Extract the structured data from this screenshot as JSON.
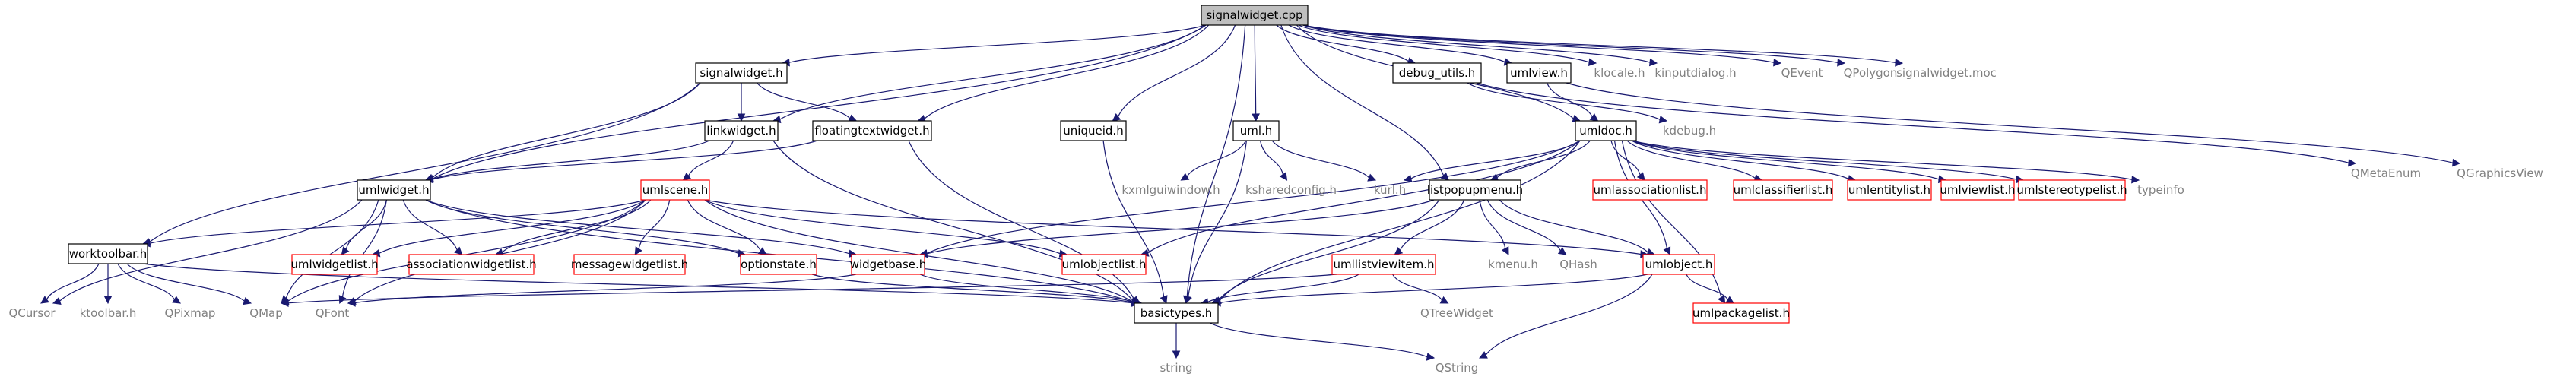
{
  "colors": {
    "edge": "#191970",
    "text_documented": "#000000",
    "text_external": "#808080",
    "border_documented": "#000000",
    "border_undocumented": "#ff0000",
    "root_fill": "#bfbfbf"
  },
  "nodes": [
    {
      "id": "signalwidget_cpp",
      "label": "signalwidget.cpp",
      "kind": "root"
    },
    {
      "id": "signalwidget_h",
      "label": "signalwidget.h",
      "kind": "documented"
    },
    {
      "id": "debug_utils_h",
      "label": "debug_utils.h",
      "kind": "documented"
    },
    {
      "id": "umlview_h",
      "label": "umlview.h",
      "kind": "documented"
    },
    {
      "id": "klocale_h",
      "label": "klocale.h",
      "kind": "external"
    },
    {
      "id": "kinputdialog_h",
      "label": "kinputdialog.h",
      "kind": "external"
    },
    {
      "id": "QEvent",
      "label": "QEvent",
      "kind": "external"
    },
    {
      "id": "QPolygon",
      "label": "QPolygon",
      "kind": "external"
    },
    {
      "id": "signalwidget_moc",
      "label": "signalwidget.moc",
      "kind": "external"
    },
    {
      "id": "linkwidget_h",
      "label": "linkwidget.h",
      "kind": "documented"
    },
    {
      "id": "floatingtextwidget_h",
      "label": "floatingtextwidget.h",
      "kind": "documented"
    },
    {
      "id": "uniqueid_h",
      "label": "uniqueid.h",
      "kind": "documented"
    },
    {
      "id": "uml_h",
      "label": "uml.h",
      "kind": "documented"
    },
    {
      "id": "umldoc_h",
      "label": "umldoc.h",
      "kind": "documented"
    },
    {
      "id": "kdebug_h",
      "label": "kdebug.h",
      "kind": "external"
    },
    {
      "id": "QMetaEnum",
      "label": "QMetaEnum",
      "kind": "external"
    },
    {
      "id": "QGraphicsView",
      "label": "QGraphicsView",
      "kind": "external"
    },
    {
      "id": "umlwidget_h",
      "label": "umlwidget.h",
      "kind": "documented"
    },
    {
      "id": "umlscene_h",
      "label": "umlscene.h",
      "kind": "undocumented"
    },
    {
      "id": "kxmlguiwindow_h",
      "label": "kxmlguiwindow.h",
      "kind": "external"
    },
    {
      "id": "ksharedconfig_h",
      "label": "ksharedconfig.h",
      "kind": "external"
    },
    {
      "id": "kurl_h",
      "label": "kurl.h",
      "kind": "external"
    },
    {
      "id": "listpopupmenu_h",
      "label": "listpopupmenu.h",
      "kind": "documented"
    },
    {
      "id": "umlassociationlist_h",
      "label": "umlassociationlist.h",
      "kind": "undocumented"
    },
    {
      "id": "umlclassifierlist_h",
      "label": "umlclassifierlist.h",
      "kind": "undocumented"
    },
    {
      "id": "umlentitylist_h",
      "label": "umlentitylist.h",
      "kind": "undocumented"
    },
    {
      "id": "umlviewlist_h",
      "label": "umlviewlist.h",
      "kind": "undocumented"
    },
    {
      "id": "umlstereotypelist_h",
      "label": "umlstereotypelist.h",
      "kind": "undocumented"
    },
    {
      "id": "typeinfo",
      "label": "typeinfo",
      "kind": "external"
    },
    {
      "id": "worktoolbar_h",
      "label": "worktoolbar.h",
      "kind": "documented"
    },
    {
      "id": "umlwidgetlist_h",
      "label": "umlwidgetlist.h",
      "kind": "undocumented"
    },
    {
      "id": "associationwidgetlist_h",
      "label": "associationwidgetlist.h",
      "kind": "undocumented"
    },
    {
      "id": "messagewidgetlist_h",
      "label": "messagewidgetlist.h",
      "kind": "undocumented"
    },
    {
      "id": "optionstate_h",
      "label": "optionstate.h",
      "kind": "undocumented"
    },
    {
      "id": "widgetbase_h",
      "label": "widgetbase.h",
      "kind": "undocumented"
    },
    {
      "id": "umlobjectlist_h",
      "label": "umlobjectlist.h",
      "kind": "undocumented"
    },
    {
      "id": "umllistviewitem_h",
      "label": "umllistviewitem.h",
      "kind": "undocumented"
    },
    {
      "id": "kmenu_h",
      "label": "kmenu.h",
      "kind": "external"
    },
    {
      "id": "QHash",
      "label": "QHash",
      "kind": "external"
    },
    {
      "id": "umlobject_h",
      "label": "umlobject.h",
      "kind": "undocumented"
    },
    {
      "id": "QCursor",
      "label": "QCursor",
      "kind": "external"
    },
    {
      "id": "ktoolbar_h",
      "label": "ktoolbar.h",
      "kind": "external"
    },
    {
      "id": "QPixmap",
      "label": "QPixmap",
      "kind": "external"
    },
    {
      "id": "QMap",
      "label": "QMap",
      "kind": "external"
    },
    {
      "id": "QFont",
      "label": "QFont",
      "kind": "external"
    },
    {
      "id": "basictypes_h",
      "label": "basictypes.h",
      "kind": "documented"
    },
    {
      "id": "QTreeWidget",
      "label": "QTreeWidget",
      "kind": "external"
    },
    {
      "id": "umlpackagelist_h",
      "label": "umlpackagelist.h",
      "kind": "undocumented"
    },
    {
      "id": "string",
      "label": "string",
      "kind": "external"
    },
    {
      "id": "QString",
      "label": "QString",
      "kind": "external"
    }
  ],
  "edges": [
    [
      "signalwidget_cpp",
      "signalwidget_h"
    ],
    [
      "signalwidget_cpp",
      "debug_utils_h"
    ],
    [
      "signalwidget_cpp",
      "umlview_h"
    ],
    [
      "signalwidget_cpp",
      "klocale_h"
    ],
    [
      "signalwidget_cpp",
      "kinputdialog_h"
    ],
    [
      "signalwidget_cpp",
      "QEvent"
    ],
    [
      "signalwidget_cpp",
      "QPolygon"
    ],
    [
      "signalwidget_cpp",
      "signalwidget_moc"
    ],
    [
      "signalwidget_cpp",
      "linkwidget_h"
    ],
    [
      "signalwidget_cpp",
      "floatingtextwidget_h"
    ],
    [
      "signalwidget_cpp",
      "uniqueid_h"
    ],
    [
      "signalwidget_cpp",
      "uml_h"
    ],
    [
      "signalwidget_cpp",
      "umldoc_h"
    ],
    [
      "signalwidget_cpp",
      "umlwidget_h"
    ],
    [
      "signalwidget_cpp",
      "listpopupmenu_h"
    ],
    [
      "signalwidget_cpp",
      "basictypes_h"
    ],
    [
      "signalwidget_h",
      "linkwidget_h"
    ],
    [
      "signalwidget_h",
      "floatingtextwidget_h"
    ],
    [
      "signalwidget_h",
      "umlwidget_h"
    ],
    [
      "signalwidget_h",
      "worktoolbar_h"
    ],
    [
      "debug_utils_h",
      "kdebug_h"
    ],
    [
      "debug_utils_h",
      "QMetaEnum"
    ],
    [
      "umlview_h",
      "QGraphicsView"
    ],
    [
      "umlview_h",
      "umldoc_h"
    ],
    [
      "linkwidget_h",
      "umlwidget_h"
    ],
    [
      "linkwidget_h",
      "umlscene_h"
    ],
    [
      "linkwidget_h",
      "basictypes_h"
    ],
    [
      "floatingtextwidget_h",
      "umlwidget_h"
    ],
    [
      "floatingtextwidget_h",
      "basictypes_h"
    ],
    [
      "uniqueid_h",
      "basictypes_h"
    ],
    [
      "uml_h",
      "kxmlguiwindow_h"
    ],
    [
      "uml_h",
      "ksharedconfig_h"
    ],
    [
      "uml_h",
      "kurl_h"
    ],
    [
      "uml_h",
      "basictypes_h"
    ],
    [
      "umldoc_h",
      "kurl_h"
    ],
    [
      "umldoc_h",
      "listpopupmenu_h"
    ],
    [
      "umldoc_h",
      "umlassociationlist_h"
    ],
    [
      "umldoc_h",
      "umlclassifierlist_h"
    ],
    [
      "umldoc_h",
      "umlentitylist_h"
    ],
    [
      "umldoc_h",
      "umlviewlist_h"
    ],
    [
      "umldoc_h",
      "umlstereotypelist_h"
    ],
    [
      "umldoc_h",
      "typeinfo"
    ],
    [
      "umldoc_h",
      "umlobjectlist_h"
    ],
    [
      "umldoc_h",
      "umlobject_h"
    ],
    [
      "umldoc_h",
      "widgetbase_h"
    ],
    [
      "umldoc_h",
      "umlpackagelist_h"
    ],
    [
      "umldoc_h",
      "basictypes_h"
    ],
    [
      "umlwidget_h",
      "QCursor"
    ],
    [
      "umlwidget_h",
      "QFont"
    ],
    [
      "umlwidget_h",
      "QMap"
    ],
    [
      "umlwidget_h",
      "umlwidgetlist_h"
    ],
    [
      "umlwidget_h",
      "associationwidgetlist_h"
    ],
    [
      "umlwidget_h",
      "optionstate_h"
    ],
    [
      "umlwidget_h",
      "widgetbase_h"
    ],
    [
      "umlwidget_h",
      "basictypes_h"
    ],
    [
      "umlscene_h",
      "worktoolbar_h"
    ],
    [
      "umlscene_h",
      "umlwidgetlist_h"
    ],
    [
      "umlscene_h",
      "associationwidgetlist_h"
    ],
    [
      "umlscene_h",
      "messagewidgetlist_h"
    ],
    [
      "umlscene_h",
      "optionstate_h"
    ],
    [
      "umlscene_h",
      "umlobjectlist_h"
    ],
    [
      "umlscene_h",
      "QMap"
    ],
    [
      "umlscene_h",
      "QFont"
    ],
    [
      "umlscene_h",
      "basictypes_h"
    ],
    [
      "umlscene_h",
      "umlobject_h"
    ],
    [
      "listpopupmenu_h",
      "kmenu_h"
    ],
    [
      "listpopupmenu_h",
      "QHash"
    ],
    [
      "listpopupmenu_h",
      "umllistviewitem_h"
    ],
    [
      "listpopupmenu_h",
      "umlobject_h"
    ],
    [
      "listpopupmenu_h",
      "widgetbase_h"
    ],
    [
      "listpopupmenu_h",
      "basictypes_h"
    ],
    [
      "worktoolbar_h",
      "QCursor"
    ],
    [
      "worktoolbar_h",
      "ktoolbar_h"
    ],
    [
      "worktoolbar_h",
      "QPixmap"
    ],
    [
      "worktoolbar_h",
      "QMap"
    ],
    [
      "worktoolbar_h",
      "basictypes_h"
    ],
    [
      "optionstate_h",
      "basictypes_h"
    ],
    [
      "widgetbase_h",
      "basictypes_h"
    ],
    [
      "widgetbase_h",
      "QFont"
    ],
    [
      "umllistviewitem_h",
      "basictypes_h"
    ],
    [
      "umllistviewitem_h",
      "QTreeWidget"
    ],
    [
      "umllistviewitem_h",
      "QMap"
    ],
    [
      "umlobject_h",
      "basictypes_h"
    ],
    [
      "umlobject_h",
      "umlpackagelist_h"
    ],
    [
      "umlobject_h",
      "QString"
    ],
    [
      "basictypes_h",
      "string"
    ],
    [
      "basictypes_h",
      "QString"
    ]
  ]
}
